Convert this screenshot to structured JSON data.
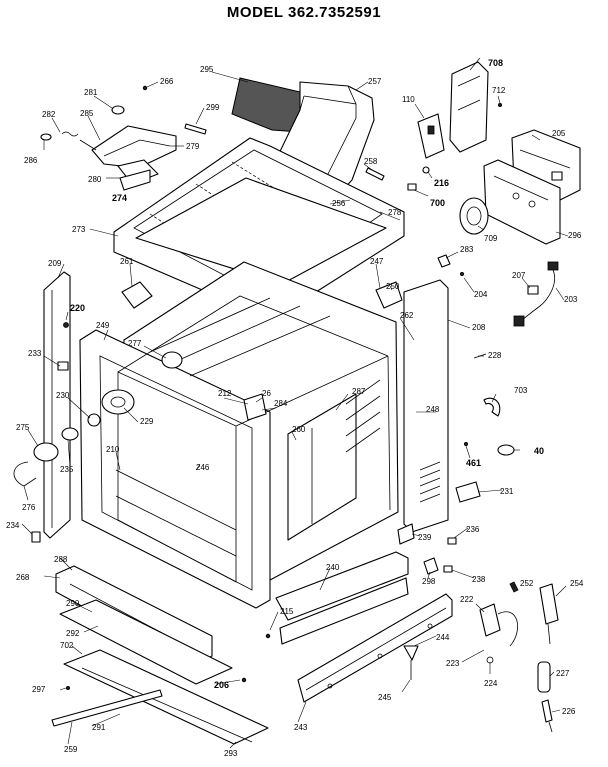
{
  "title": "MODEL 362.7352591",
  "callouts": [
    {
      "id": "c708",
      "text": "708",
      "bold": true
    },
    {
      "id": "c712",
      "text": "712"
    },
    {
      "id": "c110",
      "text": "110"
    },
    {
      "id": "c205",
      "text": "205"
    },
    {
      "id": "c266",
      "text": "266"
    },
    {
      "id": "c295",
      "text": "295"
    },
    {
      "id": "c257",
      "text": "257"
    },
    {
      "id": "c281",
      "text": "281"
    },
    {
      "id": "c299",
      "text": "299"
    },
    {
      "id": "c282",
      "text": "282"
    },
    {
      "id": "c285",
      "text": "285"
    },
    {
      "id": "c286",
      "text": "286"
    },
    {
      "id": "c279",
      "text": "279"
    },
    {
      "id": "c280",
      "text": "280"
    },
    {
      "id": "c274",
      "text": "274",
      "bold": true
    },
    {
      "id": "c258",
      "text": "258"
    },
    {
      "id": "c216",
      "text": "216",
      "bold": true
    },
    {
      "id": "c700",
      "text": "700",
      "bold": true
    },
    {
      "id": "c273",
      "text": "273"
    },
    {
      "id": "c256",
      "text": "256"
    },
    {
      "id": "c278",
      "text": "278"
    },
    {
      "id": "c709",
      "text": "709"
    },
    {
      "id": "c296",
      "text": "296"
    },
    {
      "id": "c283",
      "text": "283"
    },
    {
      "id": "c209",
      "text": "209"
    },
    {
      "id": "c261",
      "text": "261"
    },
    {
      "id": "c247",
      "text": "247"
    },
    {
      "id": "c250",
      "text": "250"
    },
    {
      "id": "c207",
      "text": "207"
    },
    {
      "id": "c204",
      "text": "204"
    },
    {
      "id": "c203",
      "text": "203"
    },
    {
      "id": "c220",
      "text": "220",
      "bold": true
    },
    {
      "id": "c262",
      "text": "262"
    },
    {
      "id": "c208",
      "text": "208"
    },
    {
      "id": "c249",
      "text": "249"
    },
    {
      "id": "c277",
      "text": "277"
    },
    {
      "id": "c233",
      "text": "233"
    },
    {
      "id": "c228",
      "text": "228"
    },
    {
      "id": "c212",
      "text": "212"
    },
    {
      "id": "c26",
      "text": "26"
    },
    {
      "id": "c287",
      "text": "287"
    },
    {
      "id": "c703",
      "text": "703"
    },
    {
      "id": "c230",
      "text": "230"
    },
    {
      "id": "c229",
      "text": "229"
    },
    {
      "id": "c284",
      "text": "284"
    },
    {
      "id": "c248",
      "text": "248"
    },
    {
      "id": "c260",
      "text": "260"
    },
    {
      "id": "c275",
      "text": "275"
    },
    {
      "id": "c210",
      "text": "210"
    },
    {
      "id": "c246",
      "text": "246"
    },
    {
      "id": "c40",
      "text": "40",
      "bold": true
    },
    {
      "id": "c235",
      "text": "235"
    },
    {
      "id": "c461",
      "text": "461",
      "bold": true
    },
    {
      "id": "c276",
      "text": "276"
    },
    {
      "id": "c231",
      "text": "231"
    },
    {
      "id": "c234",
      "text": "234"
    },
    {
      "id": "c236",
      "text": "236"
    },
    {
      "id": "c239",
      "text": "239"
    },
    {
      "id": "c288",
      "text": "288"
    },
    {
      "id": "c240",
      "text": "240"
    },
    {
      "id": "c268",
      "text": "268"
    },
    {
      "id": "c298",
      "text": "298"
    },
    {
      "id": "c238",
      "text": "238"
    },
    {
      "id": "c252",
      "text": "252"
    },
    {
      "id": "c254",
      "text": "254"
    },
    {
      "id": "c290",
      "text": "290"
    },
    {
      "id": "c222",
      "text": "222"
    },
    {
      "id": "c215",
      "text": "215"
    },
    {
      "id": "c292",
      "text": "292"
    },
    {
      "id": "c244",
      "text": "244"
    },
    {
      "id": "c702",
      "text": "702"
    },
    {
      "id": "c223",
      "text": "223"
    },
    {
      "id": "c227",
      "text": "227"
    },
    {
      "id": "c224",
      "text": "224"
    },
    {
      "id": "c206",
      "text": "206",
      "bold": true
    },
    {
      "id": "c297",
      "text": "297"
    },
    {
      "id": "c245",
      "text": "245"
    },
    {
      "id": "c291",
      "text": "291"
    },
    {
      "id": "c243",
      "text": "243"
    },
    {
      "id": "c226",
      "text": "226"
    },
    {
      "id": "c259",
      "text": "259"
    },
    {
      "id": "c293",
      "text": "293"
    }
  ]
}
